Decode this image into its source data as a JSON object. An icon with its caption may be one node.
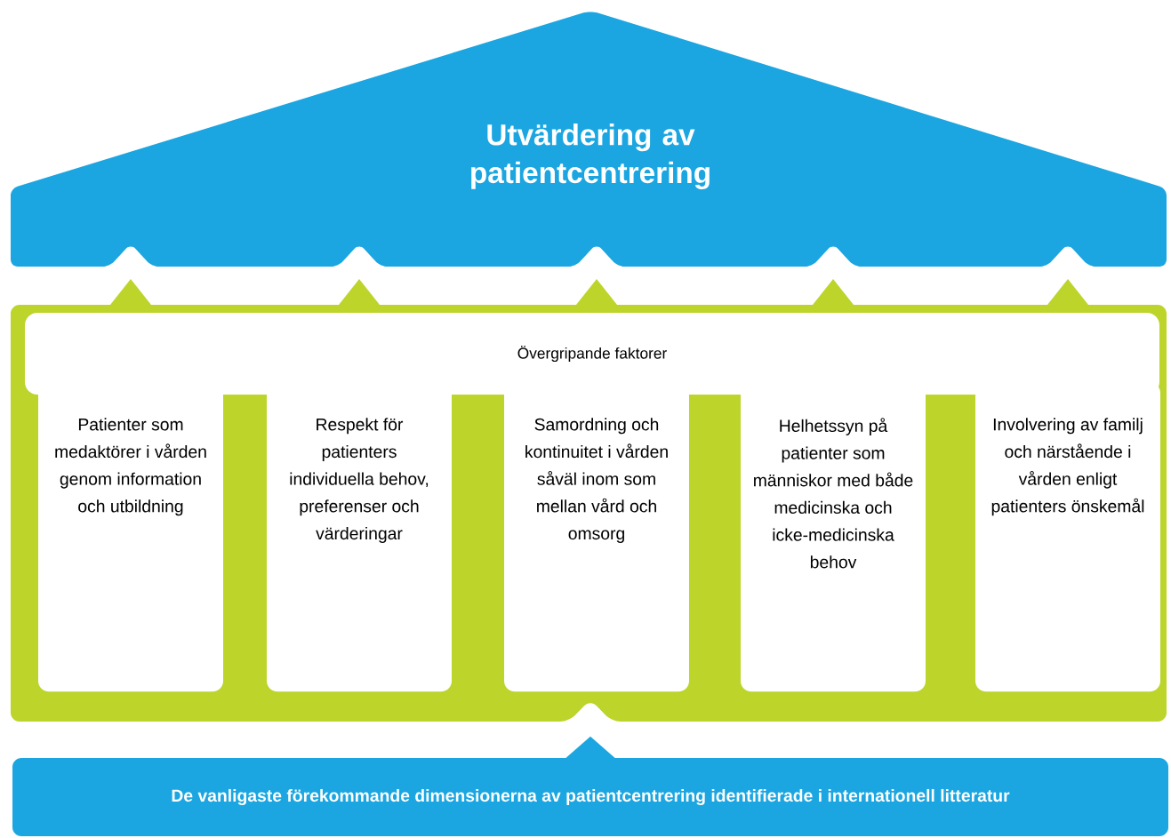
{
  "diagram": {
    "nodes": [
      {
        "text": [
          "Utvärdering av patientcentrering"
        ]
      },
      {
        "text": [],
        "shape": "box"
      },
      {
        "text": [
          "Övergripande faktorer"
        ],
        "in": 1
      },
      {
        "text": [
          "Patienter som medaktörer i vården genom information och utbildning"
        ],
        "in": 1
      },
      {
        "text": [
          "Respekt för patienters individuella behov, preferenser och värderingar"
        ],
        "in": 1
      },
      {
        "text": [
          "Samordning och kontinuitet i vården såväl inom som mellan vård och omsorg"
        ],
        "in": 1
      },
      {
        "text": [
          "Helhetssyn på patienter som människor med både medicinska och icke-medicinska behov"
        ],
        "in": 1
      },
      {
        "text": [
          "Involvering av familj och närstående i vården enligt patienters önskemål"
        ],
        "in": 1
      },
      {
        "text": [
          "De vanligaste förekommande dimensionerna av patientcentrering identifierade i internationell litteratur"
        ]
      }
    ],
    "edges": [
      {
        "from": 1,
        "to": 0,
        "arrow": "to"
      },
      {
        "from": 1,
        "to": 0,
        "arrow": "to"
      },
      {
        "from": 1,
        "to": 0,
        "arrow": "to"
      },
      {
        "from": 1,
        "to": 0,
        "arrow": "to"
      },
      {
        "from": 1,
        "to": 0,
        "arrow": "to"
      },
      {
        "from": 8,
        "to": 1,
        "arrow": "to",
        "color": "#1ba6e1"
      }
    ]
  }
}
